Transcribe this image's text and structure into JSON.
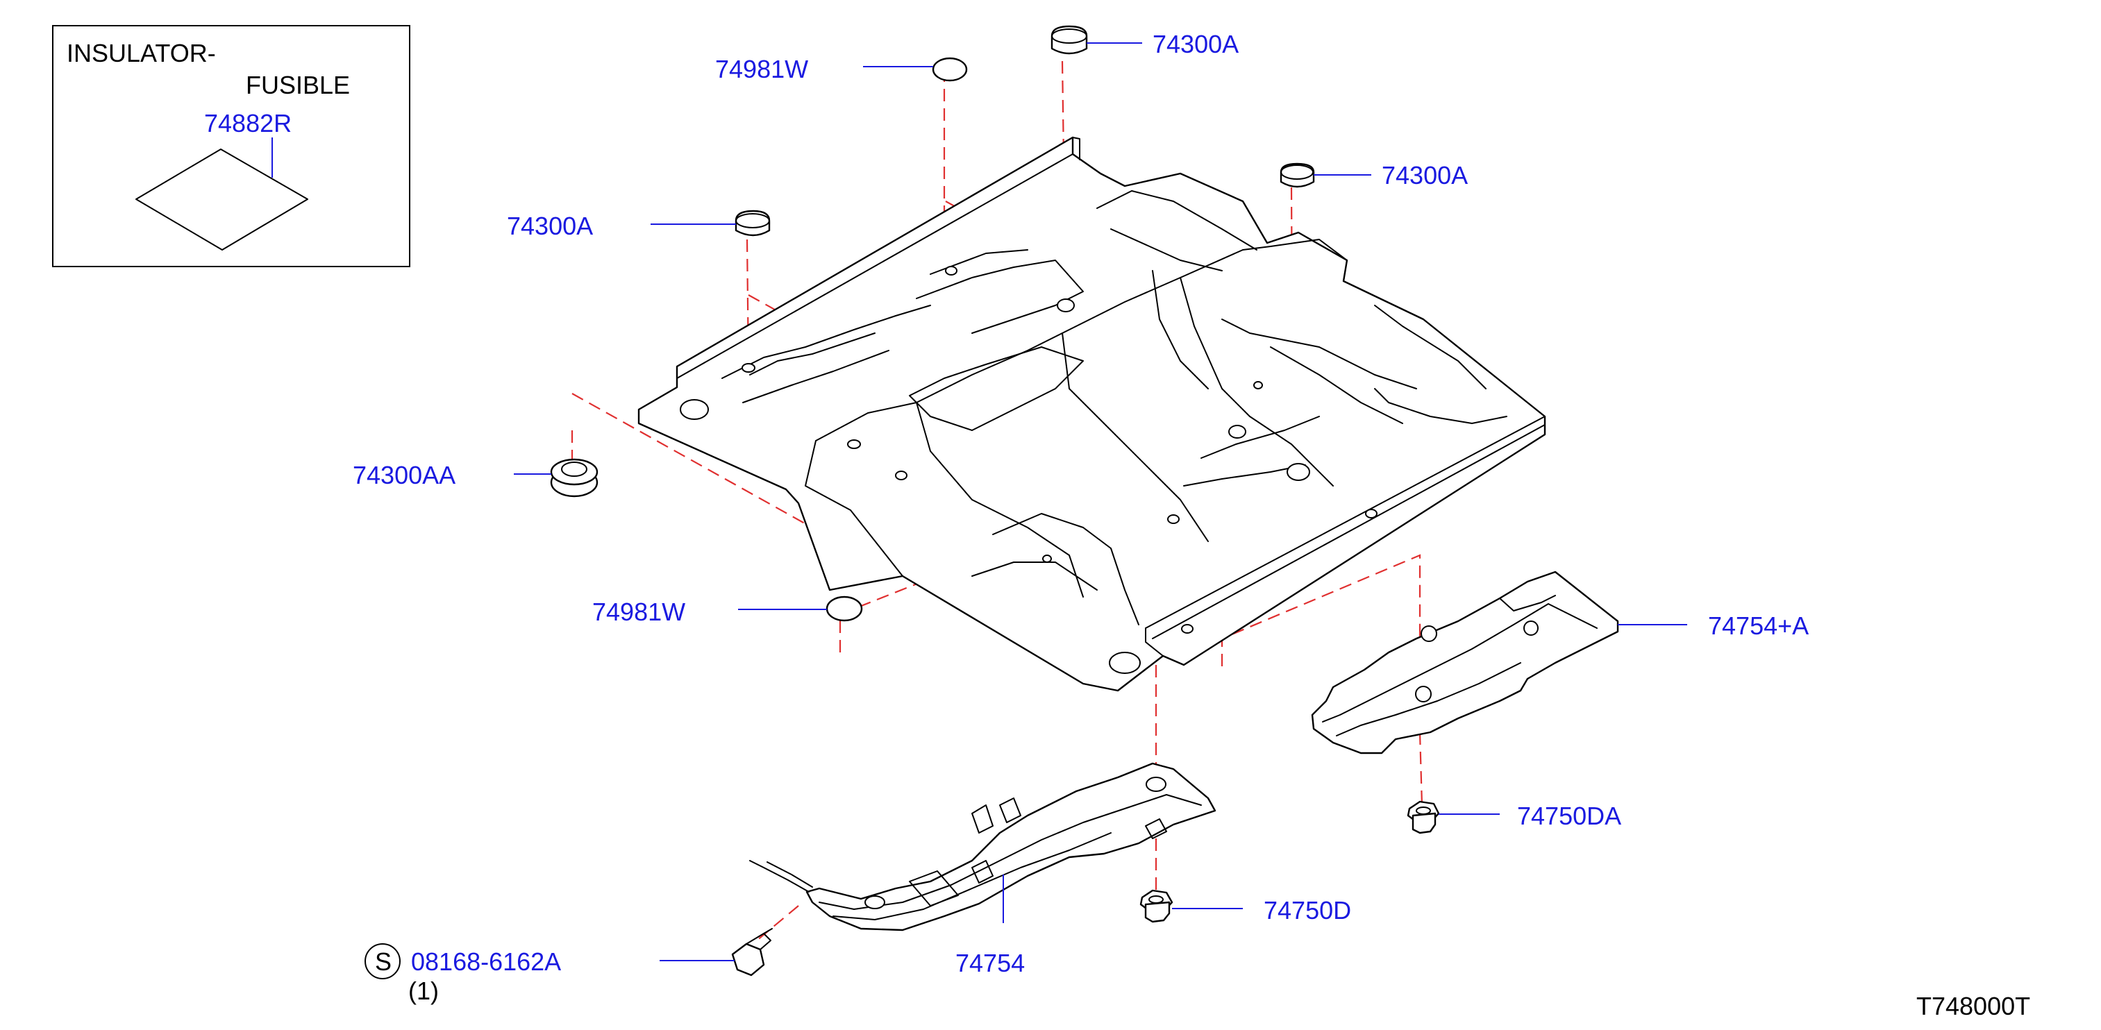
{
  "inset": {
    "title_line1": "INSULATOR-",
    "title_line2": "FUSIBLE",
    "part": "74882R"
  },
  "labels": {
    "plug_top_right": "74300A",
    "plug_top_left_small": "74981W",
    "plug_right": "74300A",
    "plug_left": "74300A",
    "grommet_left": "74300AA",
    "plug_lower_left": "74981W",
    "cover_right": "74754+A",
    "nut_right": "74750DA",
    "nut_center": "74750D",
    "cover_center": "74754",
    "bolt_code": "08168-6162A",
    "bolt_marker": "S",
    "bolt_qty": "(1)"
  },
  "diagram_code": "T748000T",
  "colors": {
    "callout": "#1a1ae0",
    "dashed_leader": "#e03030",
    "linework": "#000000",
    "background": "#ffffff"
  }
}
